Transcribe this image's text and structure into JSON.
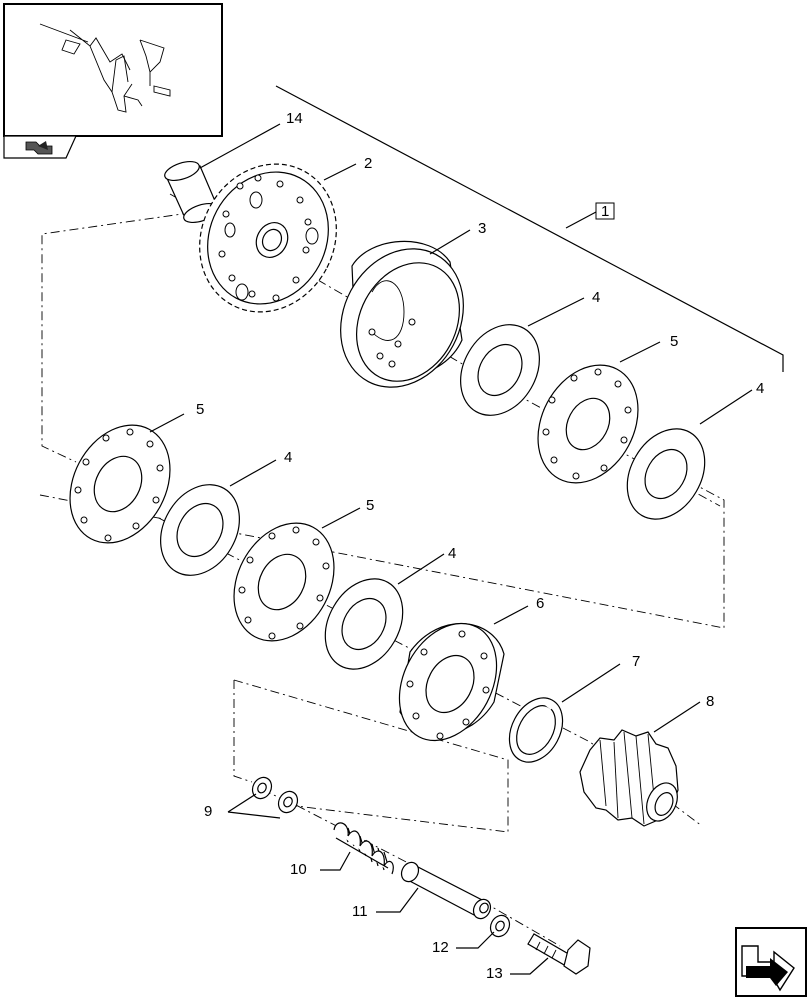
{
  "labels": {
    "l1": "1",
    "l2": "2",
    "l3": "3",
    "l4a": "4",
    "l4b": "4",
    "l4c": "4",
    "l4d": "4",
    "l5a": "5",
    "l5b": "5",
    "l5c": "5",
    "l6": "6",
    "l7": "7",
    "l8": "8",
    "l9": "9",
    "l10": "10",
    "l11": "11",
    "l12": "12",
    "l13": "13",
    "l14": "14"
  },
  "icons": {
    "thumbnail": "machine-overview-thumbnail",
    "prev": "previous-page-icon",
    "next": "next-page-icon"
  }
}
